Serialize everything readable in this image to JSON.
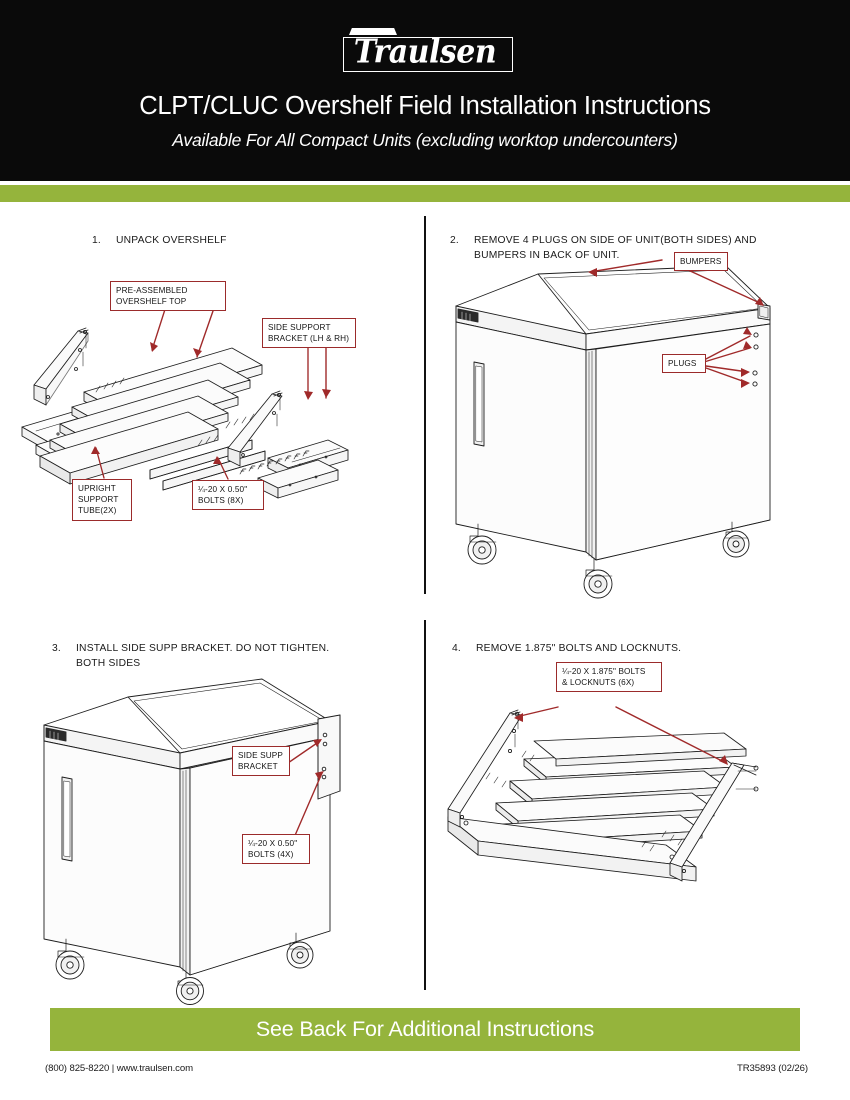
{
  "header": {
    "logo_text": "Traulsen",
    "logo_name": "traulsen-logo",
    "title": "CLPT/CLUC Overshelf Field Installation Instructions",
    "subtitle": "Available For All Compact Units (excluding worktop undercounters)"
  },
  "colors": {
    "header_background": "#0a0a0a",
    "accent_green": "#95b43c",
    "callout_border": "#9b2b2b",
    "leader_line": "#a02a2a",
    "page_background": "#ffffff",
    "text": "#1a1a1a"
  },
  "steps": [
    {
      "number": "1.",
      "text": "UNPACK OVERSHELF",
      "callouts": [
        {
          "id": "pre-assembled-overshelf-top",
          "text": "PRE-ASSEMBLED OVERSHELF TOP"
        },
        {
          "id": "side-support-bracket",
          "text": "SIDE SUPPORT\nBRACKET (LH & RH)"
        },
        {
          "id": "upright-support-tube",
          "text": "UPRIGHT\nSUPPORT\nTUBE(2X)"
        },
        {
          "id": "bolts-8x",
          "text": "¼-20 X 0.50\"\nBOLTS (8X)"
        }
      ]
    },
    {
      "number": "2.",
      "text": "REMOVE 4 PLUGS ON SIDE OF UNIT(BOTH SIDES) AND\nBUMPERS IN BACK OF UNIT.",
      "callouts": [
        {
          "id": "bumpers",
          "text": "BUMPERS"
        },
        {
          "id": "plugs",
          "text": "PLUGS"
        }
      ]
    },
    {
      "number": "3.",
      "text": "INSTALL SIDE SUPP BRACKET. DO NOT TIGHTEN.\nBOTH SIDES",
      "callouts": [
        {
          "id": "side-supp-bracket",
          "text": "SIDE SUPP\nBRACKET"
        },
        {
          "id": "bolts-4x",
          "text": "¼-20 X 0.50\"\nBOLTS (4X)"
        }
      ]
    },
    {
      "number": "4.",
      "text": "REMOVE 1.875\" BOLTS AND LOCKNUTS.",
      "callouts": [
        {
          "id": "bolts-locknuts-6x",
          "text": "¼-20 X 1.875\" BOLTS\n& LOCKNUTS (6X)"
        }
      ]
    }
  ],
  "cta": {
    "label": "See Back For Additional Instructions"
  },
  "footer": {
    "contact": "(800) 825-8220 | www.traulsen.com",
    "part_number": "TR35893 (02/26)"
  }
}
